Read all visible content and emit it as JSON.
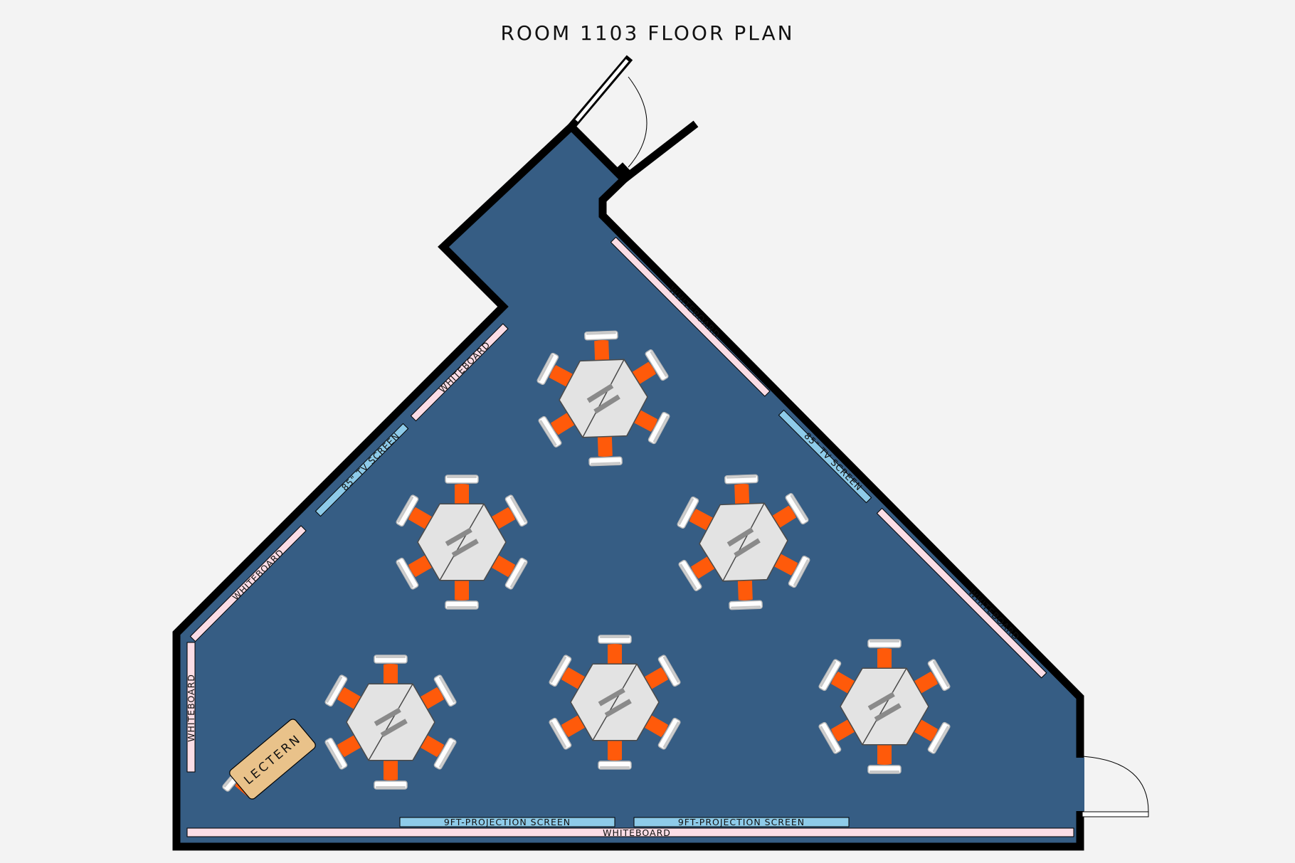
{
  "title": "ROOM 1103 FLOOR PLAN",
  "labels": {
    "whiteboard": "WHITEBOARD",
    "tv_screen": "85\" TV SCREEN",
    "projection_screen": "9FT-PROJECTION SCREEN",
    "lectern": "LECTERN"
  },
  "colors": {
    "floor": "#365d84",
    "wall": "#000000",
    "whiteboard": "#fbdde6",
    "tv_screen": "#8ecbe9",
    "table": "#e3e3e3",
    "chair": "#ff5a0a",
    "lectern": "#e9c28a",
    "background": "#f3f3f3"
  },
  "counts": {
    "tables": 6,
    "chairs_per_table": 6,
    "doors": 2
  }
}
